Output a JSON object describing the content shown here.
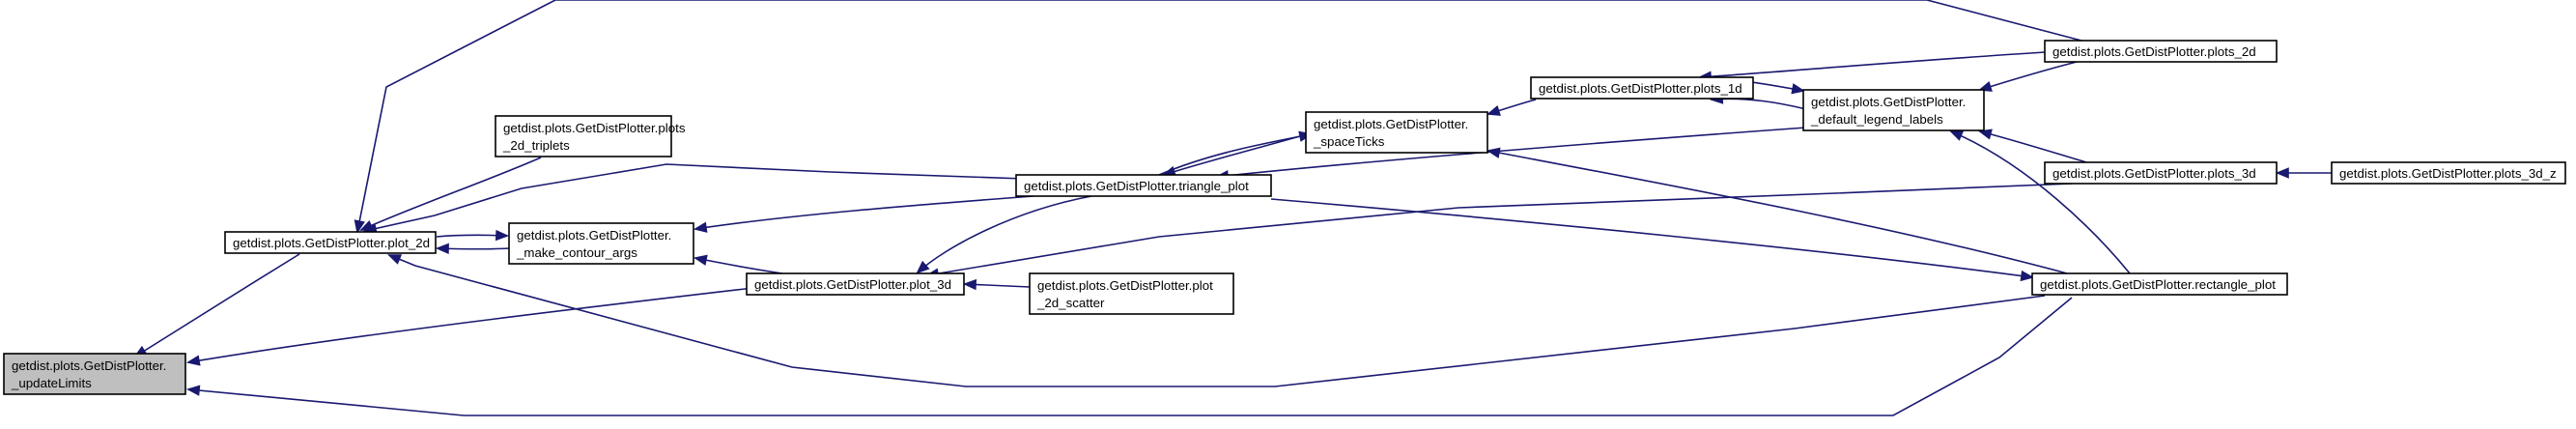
{
  "diagram": {
    "nodes": [
      {
        "id": "updateLimits",
        "lines": [
          "getdist.plots.GetDistPlotter.",
          "_updateLimits"
        ],
        "root": true
      },
      {
        "id": "plot_2d",
        "lines": [
          "getdist.plots.GetDistPlotter.plot_2d"
        ]
      },
      {
        "id": "plots_2d_triplets",
        "lines": [
          "getdist.plots.GetDistPlotter.plots",
          "_2d_triplets"
        ]
      },
      {
        "id": "make_contour_args",
        "lines": [
          "getdist.plots.GetDistPlotter.",
          "_make_contour_args"
        ]
      },
      {
        "id": "plot_3d",
        "lines": [
          "getdist.plots.GetDistPlotter.plot_3d"
        ]
      },
      {
        "id": "plot_2d_scatter",
        "lines": [
          "getdist.plots.GetDistPlotter.plot",
          "_2d_scatter"
        ]
      },
      {
        "id": "triangle_plot",
        "lines": [
          "getdist.plots.GetDistPlotter.triangle_plot"
        ]
      },
      {
        "id": "spaceTicks",
        "lines": [
          "getdist.plots.GetDistPlotter.",
          "_spaceTicks"
        ]
      },
      {
        "id": "plots_1d",
        "lines": [
          "getdist.plots.GetDistPlotter.plots_1d"
        ]
      },
      {
        "id": "default_legend_labels",
        "lines": [
          "getdist.plots.GetDistPlotter.",
          "_default_legend_labels"
        ]
      },
      {
        "id": "plots_2d",
        "lines": [
          "getdist.plots.GetDistPlotter.plots_2d"
        ]
      },
      {
        "id": "plots_3d",
        "lines": [
          "getdist.plots.GetDistPlotter.plots_3d"
        ]
      },
      {
        "id": "plots_3d_z",
        "lines": [
          "getdist.plots.GetDistPlotter.plots_3d_z"
        ]
      },
      {
        "id": "rectangle_plot",
        "lines": [
          "getdist.plots.GetDistPlotter.rectangle_plot"
        ]
      }
    ],
    "edges": [
      {
        "from": "plot_2d",
        "to": "updateLimits"
      },
      {
        "from": "plot_3d",
        "to": "updateLimits"
      },
      {
        "from": "rectangle_plot",
        "to": "updateLimits"
      },
      {
        "from": "plots_2d",
        "to": "plot_2d"
      },
      {
        "from": "plots_2d_triplets",
        "to": "plot_2d"
      },
      {
        "from": "make_contour_args",
        "to": "plot_2d"
      },
      {
        "from": "triangle_plot",
        "to": "plot_2d"
      },
      {
        "from": "rectangle_plot",
        "to": "plot_2d"
      },
      {
        "from": "plot_2d",
        "to": "make_contour_args"
      },
      {
        "from": "triangle_plot",
        "to": "make_contour_args"
      },
      {
        "from": "plot_3d",
        "to": "make_contour_args"
      },
      {
        "from": "triangle_plot",
        "to": "plot_3d"
      },
      {
        "from": "plots_3d",
        "to": "plot_3d"
      },
      {
        "from": "plot_2d_scatter",
        "to": "plot_3d"
      },
      {
        "from": "spaceTicks",
        "to": "triangle_plot"
      },
      {
        "from": "default_legend_labels",
        "to": "triangle_plot"
      },
      {
        "from": "triangle_plot",
        "to": "spaceTicks"
      },
      {
        "from": "plots_1d",
        "to": "spaceTicks"
      },
      {
        "from": "rectangle_plot",
        "to": "spaceTicks"
      },
      {
        "from": "default_legend_labels",
        "to": "plots_1d"
      },
      {
        "from": "plots_2d",
        "to": "plots_1d"
      },
      {
        "from": "plots_1d",
        "to": "default_legend_labels"
      },
      {
        "from": "plots_2d",
        "to": "default_legend_labels"
      },
      {
        "from": "plots_3d",
        "to": "default_legend_labels"
      },
      {
        "from": "rectangle_plot",
        "to": "default_legend_labels"
      },
      {
        "from": "plots_3d_z",
        "to": "plots_3d"
      },
      {
        "from": "triangle_plot",
        "to": "rectangle_plot"
      }
    ]
  }
}
